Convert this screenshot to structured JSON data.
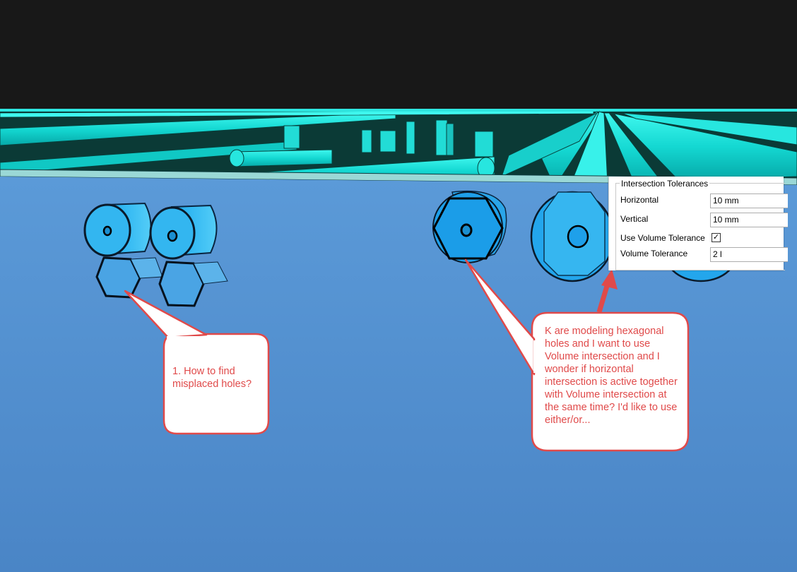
{
  "callouts": {
    "left_text": "1. How to find misplaced holes?",
    "right_text": "K are modeling hexagonal holes and I want to use Volume intersection and I wonder if horizontal intersection is active together with Volume intersection at the same time? I'd like to use either/or..."
  },
  "tolerances": {
    "group_title": "Intersection Tolerances",
    "horizontal_label": "Horizontal",
    "horizontal_value": "10 mm",
    "vertical_label": "Vertical",
    "vertical_value": "10 mm",
    "use_volume_label": "Use Volume Tolerance",
    "use_volume_checked": true,
    "volume_label": "Volume Tolerance",
    "volume_value": "2 l"
  },
  "colors": {
    "sky": "#111111",
    "pipes": "#00e5e0",
    "floor": "#4f8fd0",
    "callout_border": "#e04a4a",
    "callout_text": "#e04a4a"
  }
}
